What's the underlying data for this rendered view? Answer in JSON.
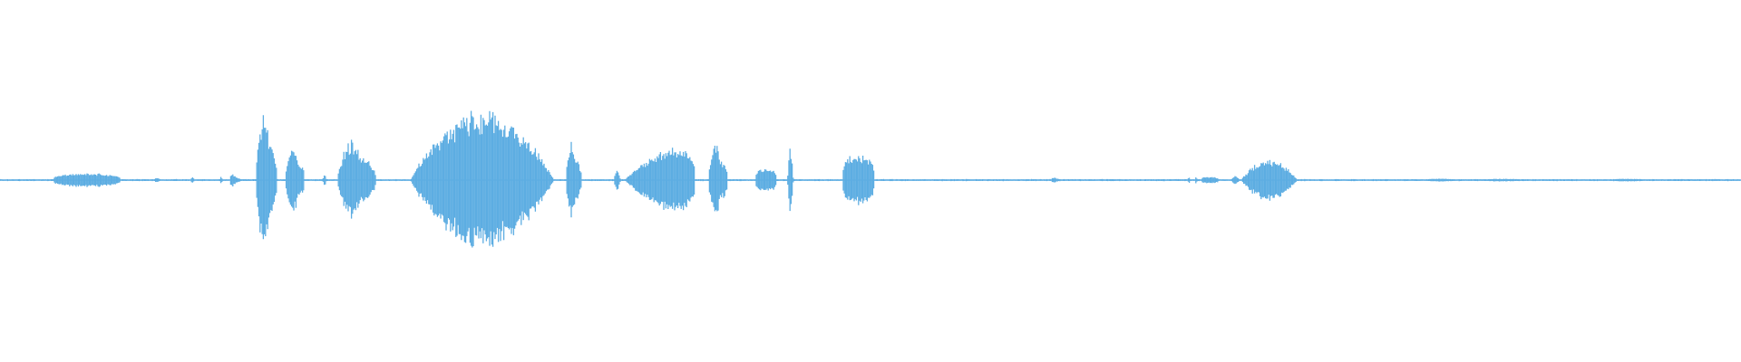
{
  "waveform": {
    "color": "#5dade2",
    "background": "#ffffff",
    "baseline_amplitude": 0.01,
    "segments": [
      {
        "start": 0.031,
        "end": 0.069,
        "amplitude": 0.1,
        "shape": "flat"
      },
      {
        "start": 0.089,
        "end": 0.096,
        "amplitude": 0.06,
        "shape": "decay"
      },
      {
        "start": 0.109,
        "end": 0.112,
        "amplitude": 0.05,
        "shape": "spike"
      },
      {
        "start": 0.126,
        "end": 0.128,
        "amplitude": 0.06,
        "shape": "spike"
      },
      {
        "start": 0.132,
        "end": 0.141,
        "amplitude": 0.17,
        "shape": "decay"
      },
      {
        "start": 0.147,
        "end": 0.159,
        "amplitude": 1.0,
        "shape": "burst"
      },
      {
        "start": 0.164,
        "end": 0.175,
        "amplitude": 0.55,
        "shape": "burst"
      },
      {
        "start": 0.185,
        "end": 0.188,
        "amplitude": 0.08,
        "shape": "spike"
      },
      {
        "start": 0.194,
        "end": 0.216,
        "amplitude": 0.6,
        "shape": "burst"
      },
      {
        "start": 0.236,
        "end": 0.318,
        "amplitude": 1.0,
        "shape": "dome"
      },
      {
        "start": 0.325,
        "end": 0.334,
        "amplitude": 0.55,
        "shape": "burst"
      },
      {
        "start": 0.352,
        "end": 0.357,
        "amplitude": 0.15,
        "shape": "spike"
      },
      {
        "start": 0.359,
        "end": 0.401,
        "amplitude": 0.63,
        "shape": "rise"
      },
      {
        "start": 0.407,
        "end": 0.418,
        "amplitude": 0.58,
        "shape": "burst"
      },
      {
        "start": 0.434,
        "end": 0.446,
        "amplitude": 0.17,
        "shape": "flat"
      },
      {
        "start": 0.452,
        "end": 0.456,
        "amplitude": 0.48,
        "shape": "spike"
      },
      {
        "start": 0.484,
        "end": 0.502,
        "amplitude": 0.37,
        "shape": "flat"
      },
      {
        "start": 0.604,
        "end": 0.614,
        "amplitude": 0.07,
        "shape": "decay"
      },
      {
        "start": 0.682,
        "end": 0.684,
        "amplitude": 0.05,
        "shape": "spike"
      },
      {
        "start": 0.686,
        "end": 0.688,
        "amplitude": 0.05,
        "shape": "spike"
      },
      {
        "start": 0.69,
        "end": 0.7,
        "amplitude": 0.05,
        "shape": "flat"
      },
      {
        "start": 0.706,
        "end": 0.713,
        "amplitude": 0.06,
        "shape": "spike"
      },
      {
        "start": 0.713,
        "end": 0.745,
        "amplitude": 0.3,
        "shape": "dome"
      },
      {
        "start": 0.818,
        "end": 0.837,
        "amplitude": 0.02,
        "shape": "flat"
      },
      {
        "start": 0.853,
        "end": 0.872,
        "amplitude": 0.02,
        "shape": "flat"
      },
      {
        "start": 0.924,
        "end": 0.945,
        "amplitude": 0.02,
        "shape": "flat"
      }
    ]
  }
}
